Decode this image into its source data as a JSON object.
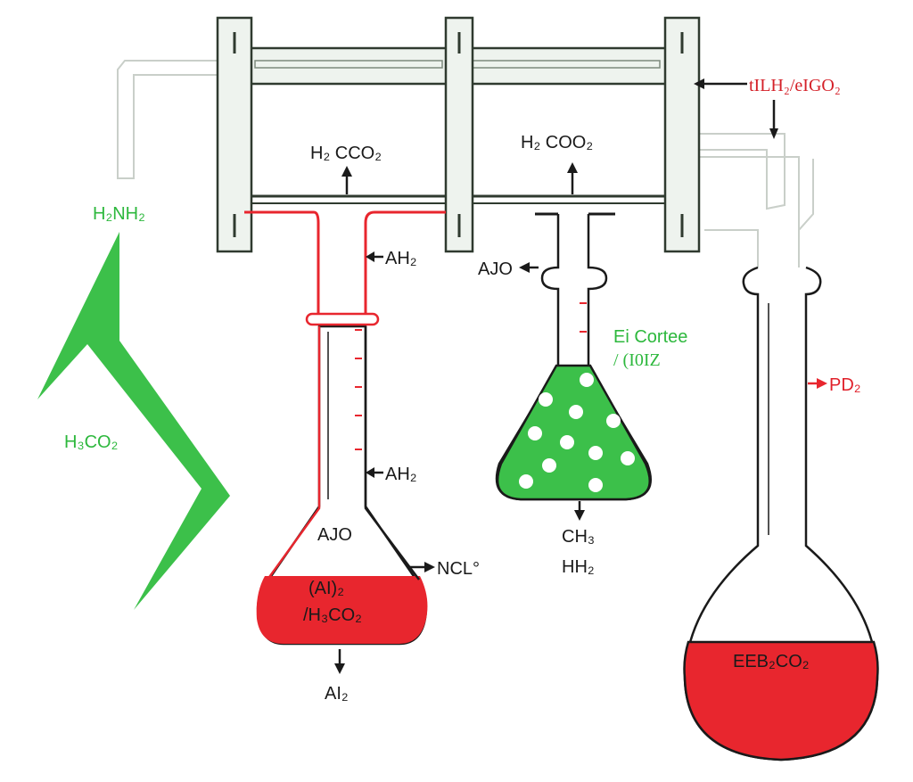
{
  "colors": {
    "red": "#e8262e",
    "green": "#3cc04a",
    "frame": "#2f3a2f",
    "frame_fill": "#eef3ee",
    "ink": "#1a1a1a"
  },
  "labels": {
    "top_left_formula": "H₂ CCO₂",
    "top_middle_formula": "H₂ COO₂",
    "top_right_formula": "tILH₂/eIGO₂",
    "left_green_top": "H₂NH₂",
    "left_green_bottom": "H₃CO₂",
    "red_flask_upper_arrow": "AH₂",
    "red_flask_lower_arrow": "AH₂",
    "red_flask_inside": "AJO",
    "red_flask_side": "NCL°",
    "red_flask_liquid_line1": "(AI)₂",
    "red_flask_liquid_line2": "/H₃CO₂",
    "red_flask_outlet": "AI₂",
    "green_flask_neck": "AJO",
    "green_flask_note_line1": "Ei Cortee",
    "green_flask_note_line2": "/ (I0IZ",
    "green_flask_outlet_line1": "CH₃",
    "green_flask_outlet_line2": "HH₂",
    "right_flask_side": "PD₂",
    "right_flask_liquid": "EEB₂CO₂"
  }
}
